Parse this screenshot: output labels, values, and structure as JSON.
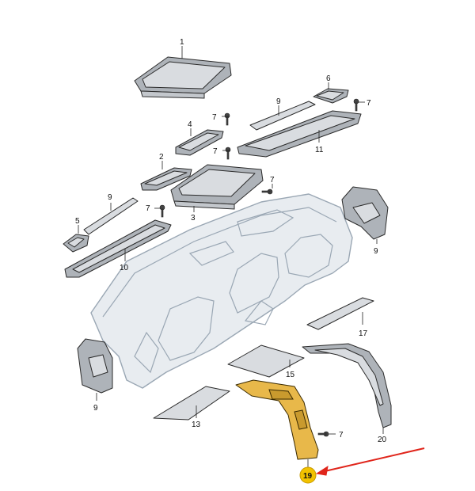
{
  "callouts": {
    "c1": "1",
    "c2": "2",
    "c3": "3",
    "c4": "4",
    "c5": "5",
    "c6": "6",
    "c7a": "7",
    "c7b": "7",
    "c7c": "7",
    "c7d": "7",
    "c7e": "7",
    "c7f": "7",
    "c9a": "9",
    "c9b": "9",
    "c9c": "9",
    "c9d": "9",
    "c10": "10",
    "c11": "11",
    "c13": "13",
    "c15": "15",
    "c17": "17",
    "c19": "19",
    "c20": "20"
  },
  "colors": {
    "highlight": "#e8b84a",
    "arrow": "#e0251b",
    "badge": "#f2c200"
  },
  "icons": {
    "bolt": "screw-bolt-icon"
  }
}
